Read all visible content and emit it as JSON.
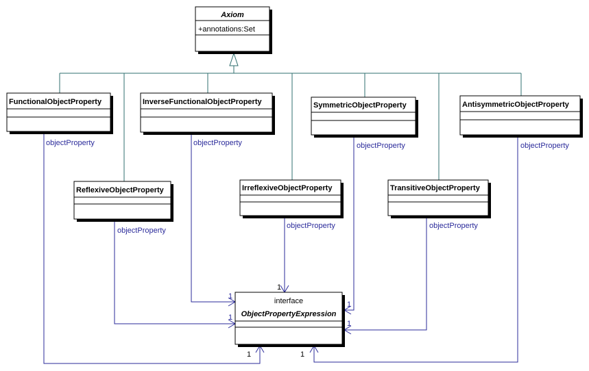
{
  "axiom": {
    "name": "Axiom",
    "attribute": "+annotations:Set"
  },
  "classes": {
    "functional": "FunctionalObjectProperty",
    "inverse_functional": "InverseFunctionalObjectProperty",
    "symmetric": "SymmetricObjectProperty",
    "antisymmetric": "AntisymmetricObjectProperty",
    "reflexive": "ReflexiveObjectProperty",
    "irreflexive": "IrreflexiveObjectProperty",
    "transitive": "TransitiveObjectProperty"
  },
  "interface": {
    "stereotype": "interface",
    "name": "ObjectPropertyExpression"
  },
  "association": {
    "role": "objectProperty",
    "multiplicity": "1"
  },
  "colors": {
    "inheritance_line": "#2f6f6f",
    "association_line": "#2a2a9a",
    "box_border": "#000000",
    "shadow": "#000000"
  }
}
